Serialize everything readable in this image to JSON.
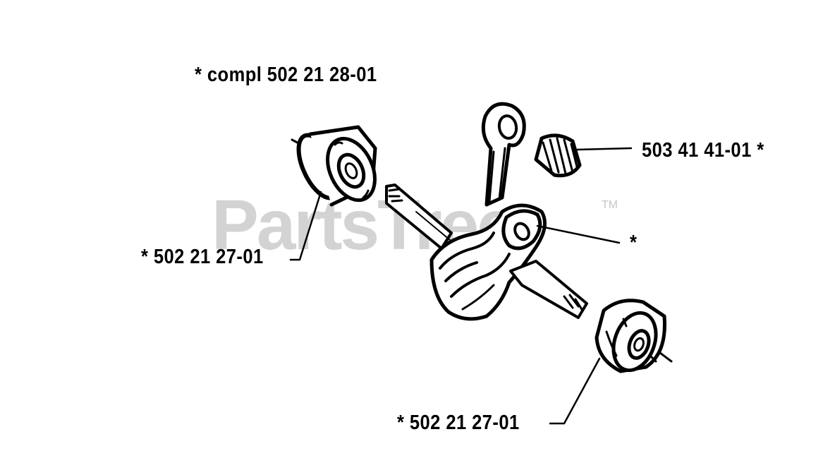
{
  "watermark": {
    "text": "PartsTree",
    "trademark": "TM"
  },
  "labels": {
    "assembly": "*  compl 502 21 28-01",
    "bearing_left": "*  502 21 27-01",
    "needle_cage": "503 41 41-01  *",
    "crankpin": "*",
    "bearing_bottom": "*  502 21 27-01"
  },
  "icons": {
    "crankshaft": "crankshaft-assembly-drawing",
    "bearing": "ball-bearing-drawing",
    "needle_bearing": "needle-bearing-cage-drawing"
  }
}
